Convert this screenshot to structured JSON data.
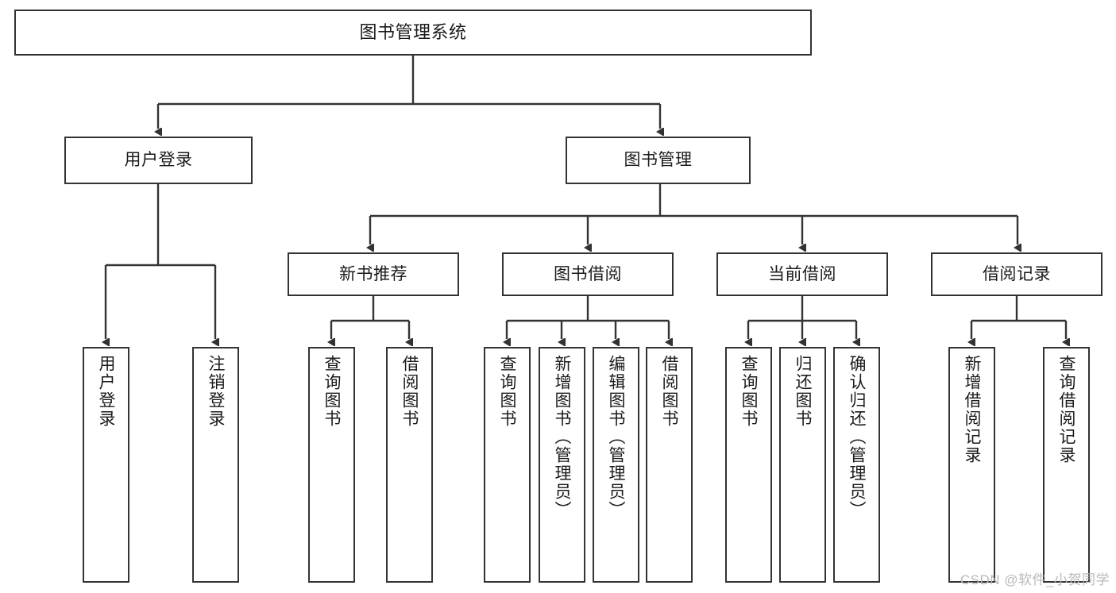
{
  "diagram": {
    "title": "图书管理系统",
    "type": "tree",
    "stroke_color": "#333333",
    "background_color": "#ffffff",
    "text_color": "#1b1b1b"
  },
  "root": {
    "label": "图书管理系统"
  },
  "level2": [
    {
      "label": "用户登录"
    },
    {
      "label": "图书管理"
    }
  ],
  "level3": [
    {
      "label": "新书推荐"
    },
    {
      "label": "图书借阅"
    },
    {
      "label": "当前借阅"
    },
    {
      "label": "借阅记录"
    }
  ],
  "leaves": {
    "user_login": [
      {
        "label": "用户登录"
      },
      {
        "label": "注销登录"
      }
    ],
    "new_book_recommend": [
      {
        "label": "查询图书"
      },
      {
        "label": "借阅图书"
      }
    ],
    "book_borrow": [
      {
        "label": "查询图书"
      },
      {
        "label": "新增图书（管理员）"
      },
      {
        "label": "编辑图书（管理员）"
      },
      {
        "label": "借阅图书"
      }
    ],
    "current_borrow": [
      {
        "label": "查询图书"
      },
      {
        "label": "归还图书"
      },
      {
        "label": "确认归还（管理员）"
      }
    ],
    "borrow_record": [
      {
        "label": "新增借阅记录"
      },
      {
        "label": "查询借阅记录"
      }
    ]
  },
  "watermark": {
    "text": "CSDN @软件_小贺同学"
  }
}
